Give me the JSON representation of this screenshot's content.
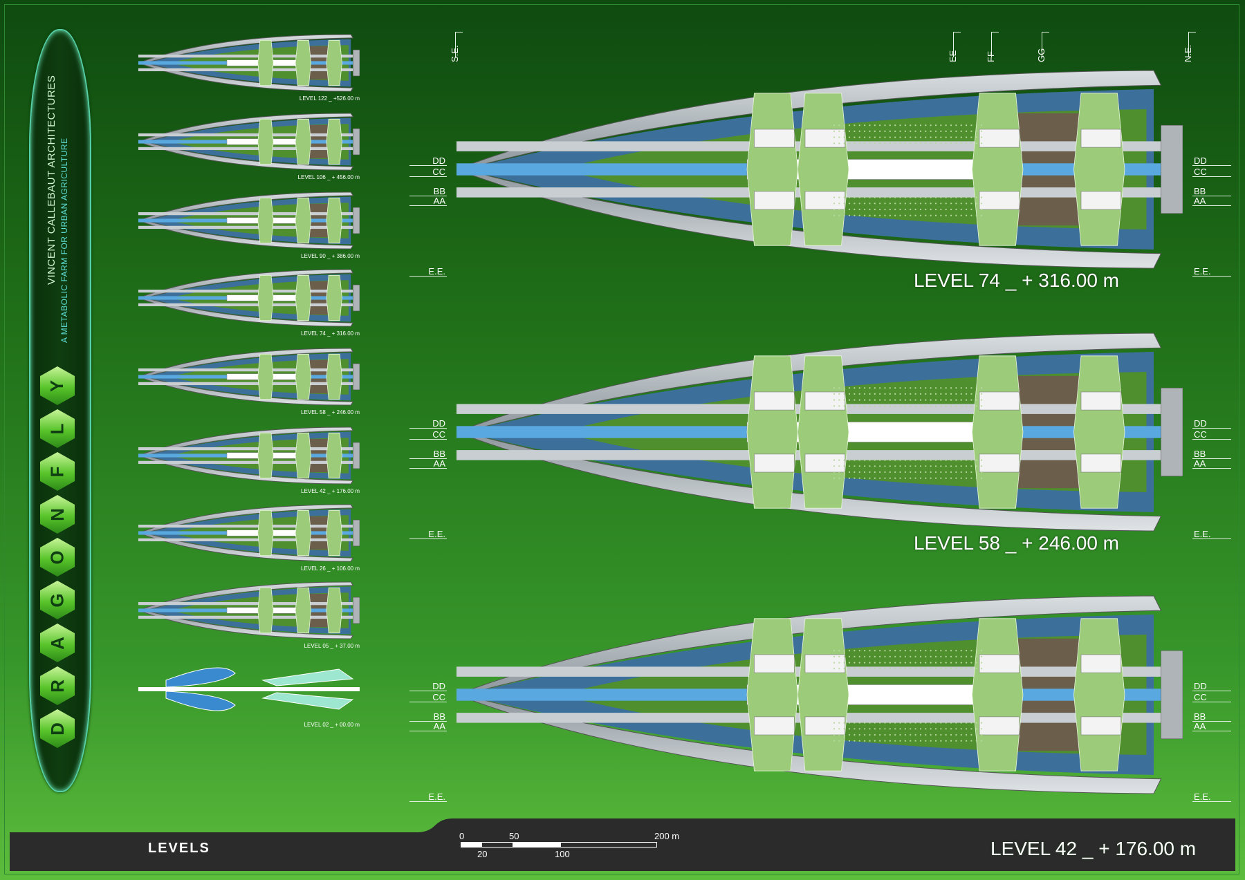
{
  "banner": {
    "company": "VINCENT CALLEBAUT ARCHITECTURES",
    "subtitle": "A METABOLIC FARM FOR URBAN AGRICULTURE",
    "letters": [
      "D",
      "R",
      "A",
      "G",
      "O",
      "N",
      "F",
      "L",
      "Y"
    ]
  },
  "thumbnails": [
    {
      "label": "LEVEL 122 _ +526.00 m"
    },
    {
      "label": "LEVEL 106 _ + 456.00 m"
    },
    {
      "label": "LEVEL 90 _ + 386.00 m"
    },
    {
      "label": "LEVEL 74 _ + 316.00 m"
    },
    {
      "label": "LEVEL 58 _ + 246.00 m"
    },
    {
      "label": "LEVEL 42 _ + 176.00 m"
    },
    {
      "label": "LEVEL 26 _ + 106.00 m"
    },
    {
      "label": "LEVEL 05 _ + 37.00 m"
    },
    {
      "label": "LEVEL 02 _ + 00.00 m"
    }
  ],
  "top_markers": [
    "S.E.",
    "EE",
    "FF",
    "GG",
    "N.E."
  ],
  "section_marks": [
    "DD",
    "CC",
    "BB",
    "AA",
    "E.E."
  ],
  "plans": [
    {
      "title": "LEVEL 74 _ + 316.00 m"
    },
    {
      "title": "LEVEL 58 _ + 246.00 m"
    },
    {
      "title": "LEVEL 42 _ + 176.00 m"
    }
  ],
  "footer": {
    "levels_label": "LEVELS",
    "scale": {
      "l0": "0",
      "l20": "20",
      "l50": "50",
      "l100": "100",
      "l200": "200 m"
    }
  },
  "colors": {
    "bg_top": "#0f4a10",
    "bg_bottom": "#5cbc3c",
    "footer": "#2b2b2b",
    "accent": "#55d0a8"
  }
}
